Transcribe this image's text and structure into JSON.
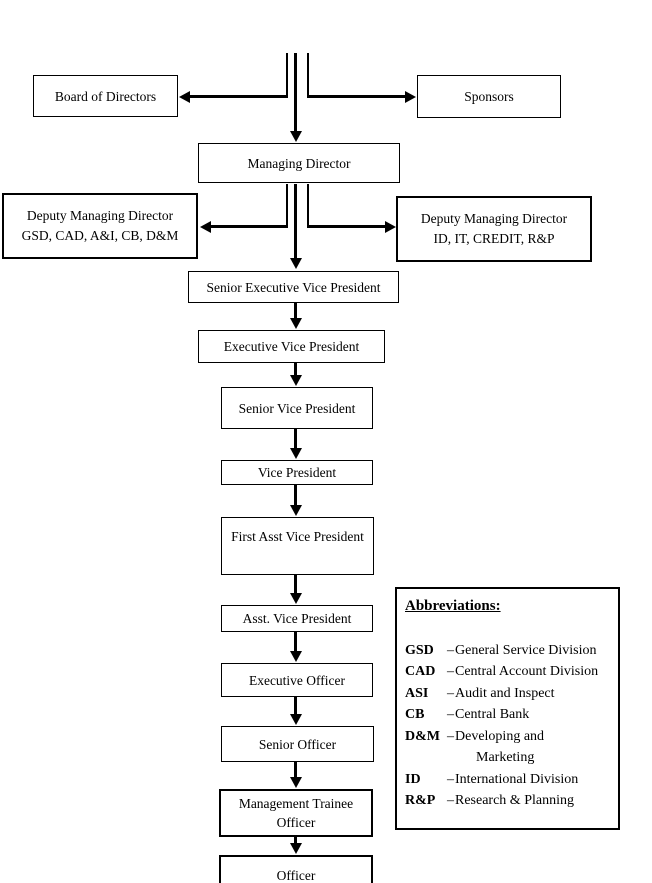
{
  "org_chart": {
    "board": "Board of Directors",
    "sponsors": "Sponsors",
    "managing_director": "Managing Director",
    "deputy_left": {
      "line1": "Deputy Managing Director",
      "line2": "GSD, CAD, A&I, CB, D&M"
    },
    "deputy_right": {
      "line1": "Deputy Managing Director",
      "line2": "ID, IT, CREDIT, R&P"
    },
    "senior_evp": "Senior Executive Vice President",
    "evp": "Executive Vice President",
    "senior_vp": "Senior Vice President",
    "vp": "Vice President",
    "first_asst_vp": "First Asst Vice President",
    "asst_vp": "Asst. Vice President",
    "executive_officer": "Executive Officer",
    "senior_officer": "Senior Officer",
    "mgmt_trainee": {
      "line1": "Management Trainee",
      "line2": "Officer"
    },
    "officer": "Officer"
  },
  "abbreviations": {
    "title": "Abbreviations:",
    "dash": "–",
    "entries": [
      {
        "abbr": "GSD",
        "def": "General Service Division"
      },
      {
        "abbr": "CAD",
        "def": "Central Account Division"
      },
      {
        "abbr": "ASI",
        "def": "Audit and Inspect"
      },
      {
        "abbr": "CB",
        "def": "Central Bank"
      },
      {
        "abbr": "D&M",
        "def": "Developing and\n      Marketing"
      },
      {
        "abbr": "ID",
        "def": "International Division"
      },
      {
        "abbr": "R&P",
        "def": "Research & Planning"
      }
    ]
  },
  "colors": {
    "line": "#000000",
    "background": "#ffffff"
  }
}
